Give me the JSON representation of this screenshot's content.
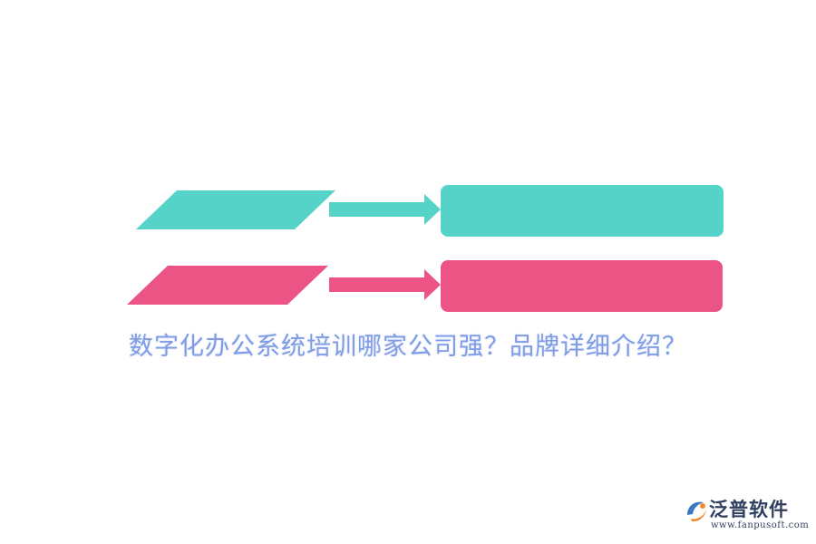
{
  "title": "数字化办公系统培训哪家公司强？品牌详细介绍？",
  "colors": {
    "teal": "#55d3c9",
    "pink": "#ec5486",
    "title_text": "#7f9ce4",
    "brand_text": "#2f3f5f",
    "brand_orange": "#f08a2c",
    "brand_blue": "#3a78c4"
  },
  "rows": [
    {
      "color_key": "teal",
      "label": ""
    },
    {
      "color_key": "pink",
      "label": ""
    }
  ],
  "brand": {
    "name": "泛普软件",
    "url": "www.fanpusoft.com",
    "logo_icon": "fanpu-logo-icon"
  }
}
